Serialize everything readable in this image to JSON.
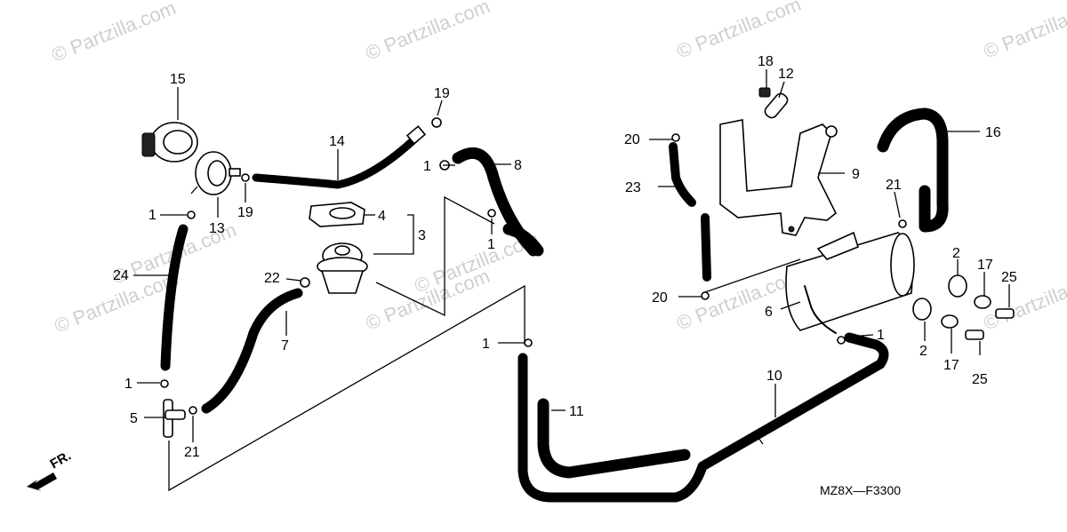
{
  "watermarks": [
    "© Partzilla.com",
    "© Partzilla.com",
    "© Partzilla.com",
    "© Partzilla.com",
    "© Partzilla.com",
    "© Partzilla.com",
    "© Partzilla.com",
    "© Partzilla.com",
    "© Partzilla.com",
    "© Partzilla.com"
  ],
  "callouts": {
    "c15": "15",
    "c13": "13",
    "c19a": "19",
    "c19b": "19",
    "c14": "14",
    "c8": "8",
    "c1a": "1",
    "c1b": "1",
    "c1c": "1",
    "c1d": "1",
    "c1e": "1",
    "c1f": "1",
    "c24": "24",
    "c4": "4",
    "c3": "3",
    "c22": "22",
    "c7": "7",
    "c5": "5",
    "c21a": "21",
    "c21b": "21",
    "c11": "11",
    "c10": "10",
    "c18": "18",
    "c12": "12",
    "c20a": "20",
    "c20b": "20",
    "c23": "23",
    "c9": "9",
    "c16": "16",
    "c6": "6",
    "c2a": "2",
    "c2b": "2",
    "c17a": "17",
    "c17b": "17",
    "c25a": "25",
    "c25b": "25"
  },
  "diagram_code": "MZ8X—F3300",
  "front_marker": "FR."
}
